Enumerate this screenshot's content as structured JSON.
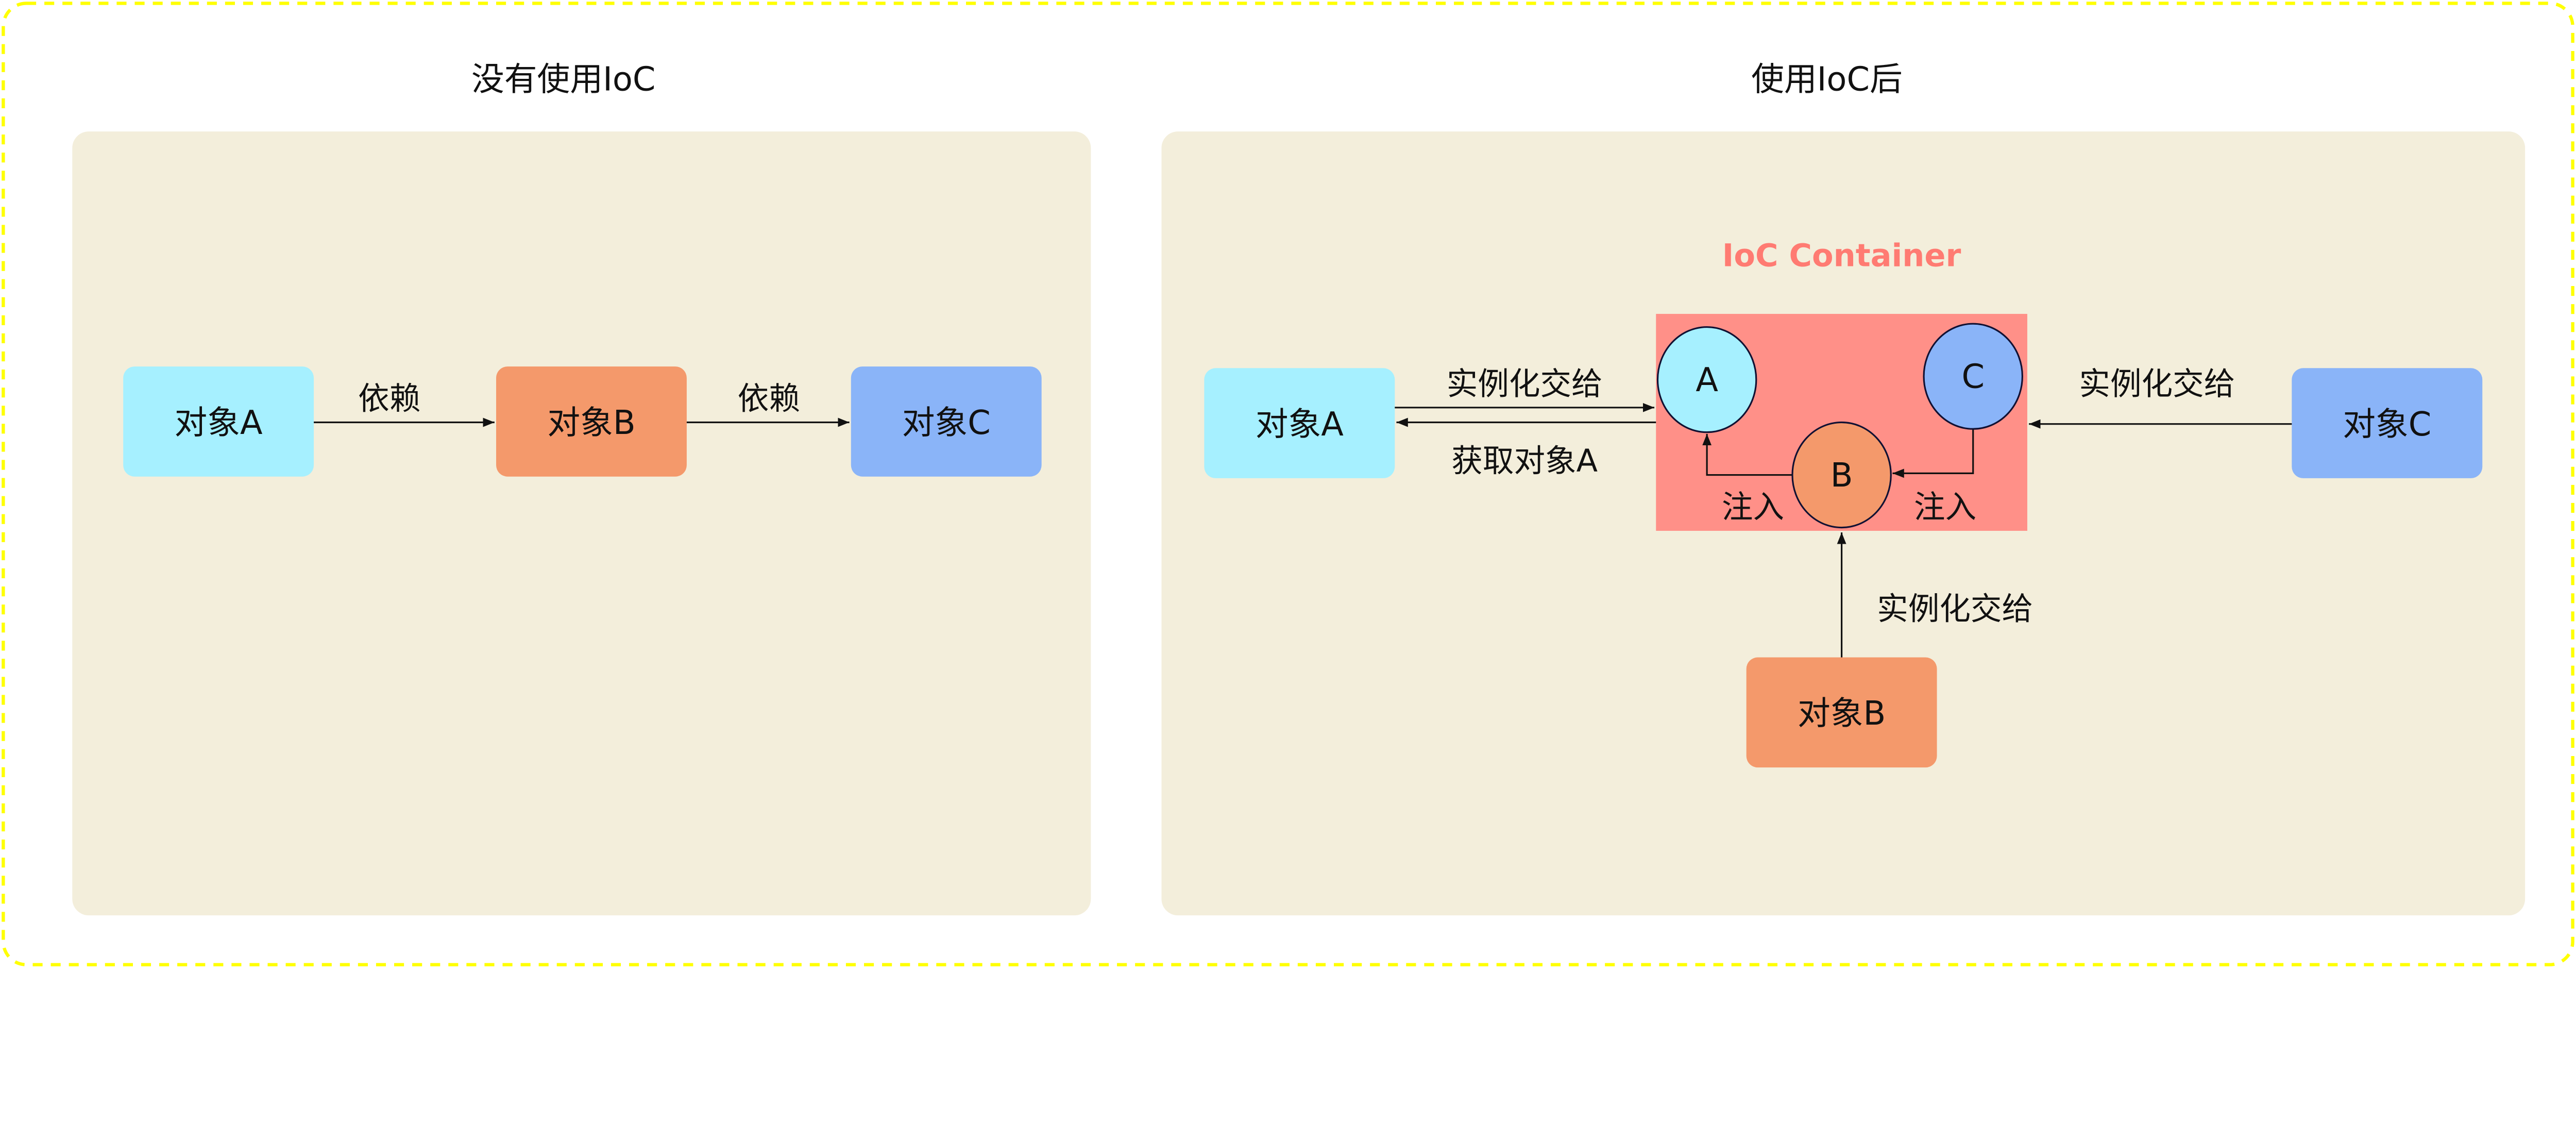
{
  "colors": {
    "border": "#ffff00",
    "panel": "#f3eedb",
    "object_a": "#a6f0ff",
    "object_b": "#f4996b",
    "object_c": "#8ab4f8",
    "container": "#ff9088",
    "container_title": "#ff7b72"
  },
  "left": {
    "title": "没有使用IoC",
    "object_a": "对象A",
    "object_b": "对象B",
    "object_c": "对象C",
    "edge_ab": "依赖",
    "edge_bc": "依赖"
  },
  "right": {
    "title": "使用IoC后",
    "container_title": "IoC Container",
    "circle_a": "A",
    "circle_b": "B",
    "circle_c": "C",
    "inject_left": "注入",
    "inject_right": "注入",
    "object_a": "对象A",
    "object_b": "对象B",
    "object_c": "对象C",
    "a_to_container": "实例化交给",
    "container_to_a": "获取对象A",
    "c_to_container": "实例化交给",
    "b_to_container": "实例化交给"
  }
}
